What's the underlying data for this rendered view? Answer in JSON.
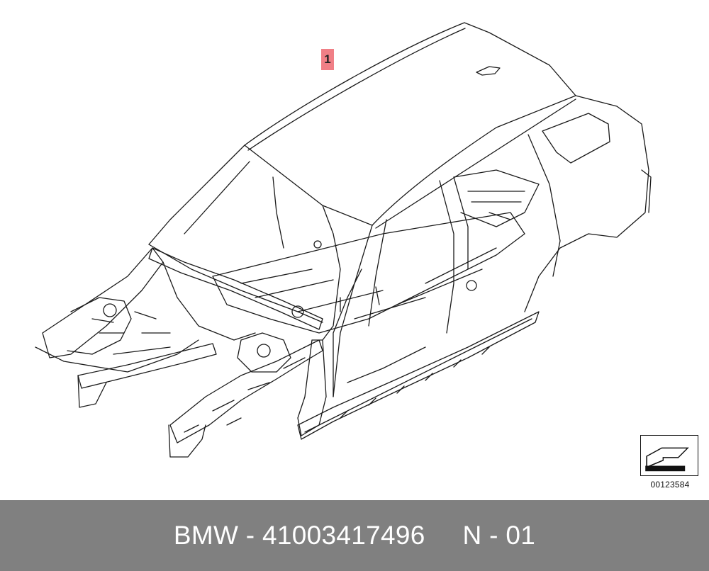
{
  "diagram": {
    "callouts": [
      {
        "label": "1"
      }
    ],
    "image_number": "00123584"
  },
  "footer": {
    "brand": "BMW",
    "separator_1": " - ",
    "part_number": "41003417496",
    "gap": "     ",
    "revision_prefix": "N",
    "separator_2": " - ",
    "revision_number": "01"
  },
  "colors": {
    "line": "#1a1a1a",
    "callout_fill": "#f07f86",
    "footer_background": "#808080",
    "footer_text": "#ffffff"
  }
}
